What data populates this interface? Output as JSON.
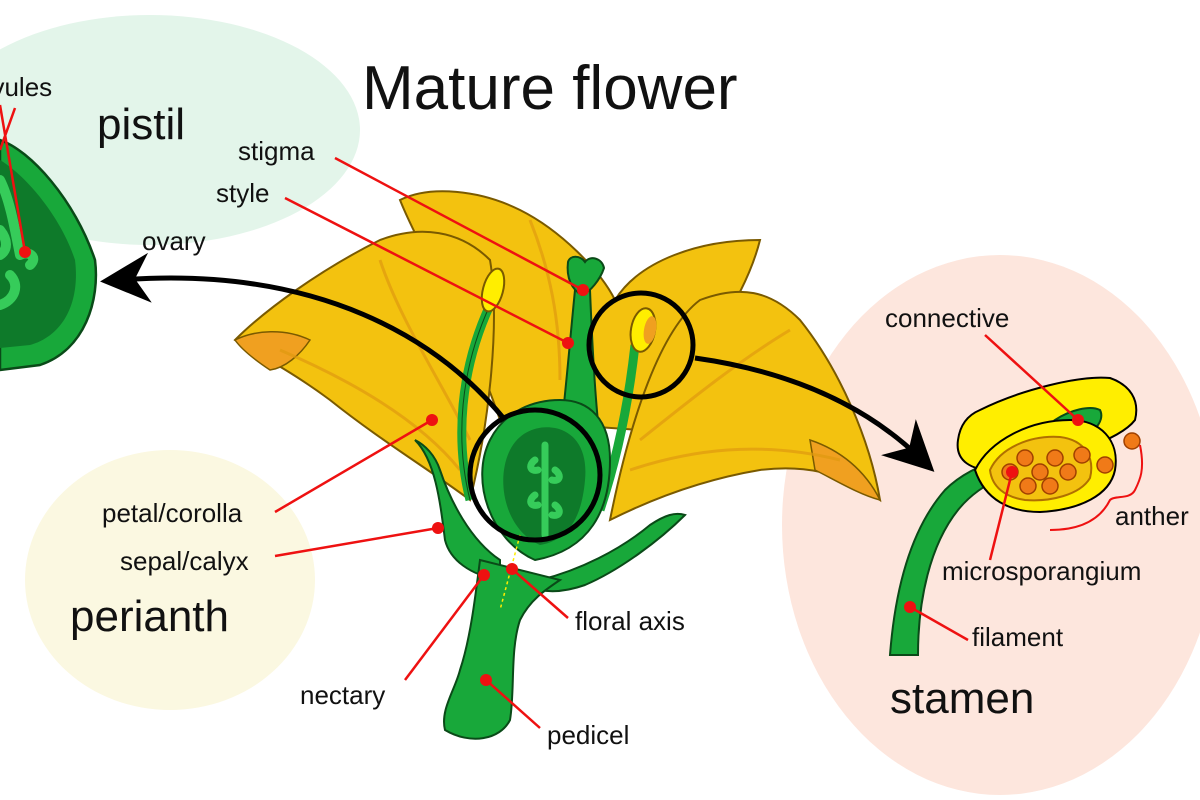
{
  "title": "Mature flower",
  "groups": {
    "pistil": "pistil",
    "perianth": "perianth",
    "stamen": "stamen"
  },
  "labels": {
    "ovules": "ovules",
    "stigma": "stigma",
    "style": "style",
    "ovary": "ovary",
    "petal_corolla": "petal/corolla",
    "sepal_calyx": "sepal/calyx",
    "nectary": "nectary",
    "floral_axis": "floral axis",
    "pedicel": "pedicel",
    "connective": "connective",
    "anther": "anther",
    "microsporangium": "microsporangium",
    "filament": "filament"
  },
  "colors": {
    "pistil_bubble": "#e3f5ea",
    "perianth_bubble": "#fbf8e1",
    "stamen_bubble": "#fde6dd",
    "petal": "#f3c20f",
    "petal_shadow": "#f0a020",
    "green": "#18a83a",
    "dark_green": "#0e7a2a",
    "light_green": "#36cc5a",
    "anther_yellow": "#ffee00",
    "pollen": "#f07a18",
    "leader_line": "#ee1111",
    "arrow": "#000000"
  }
}
